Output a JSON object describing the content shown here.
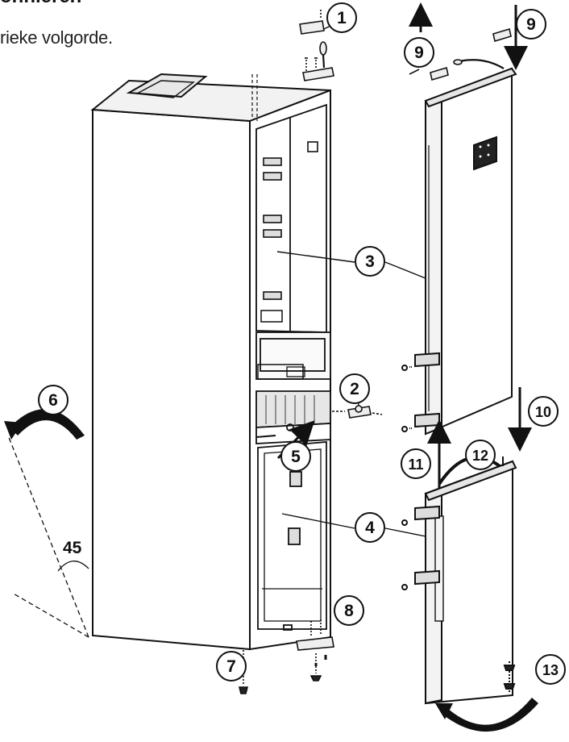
{
  "header": {
    "partial_title": "onnieren"
  },
  "intro_text": "rieke volgorde.",
  "angle_label": "45",
  "callouts": [
    "1",
    "2",
    "3",
    "4",
    "5",
    "6",
    "7",
    "8",
    "9",
    "9",
    "10",
    "11",
    "12",
    "13"
  ]
}
